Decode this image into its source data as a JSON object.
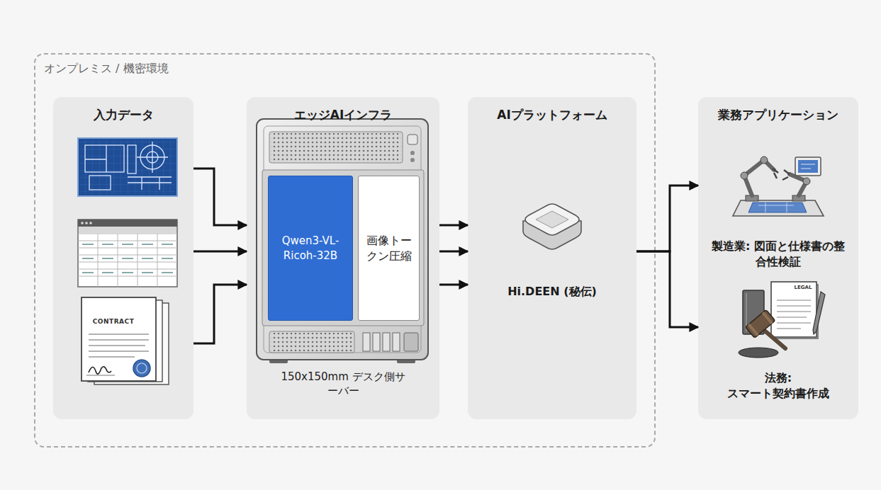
{
  "diagram": {
    "nodes": [
      {
        "text": [
          "オンプレミス / 機密環境"
        ]
      },
      {
        "text": [
          "入力データ"
        ],
        "in": 0
      },
      {
        "text": [
          "エッジAIインフラ"
        ],
        "in": 0
      },
      {
        "text": [
          "AIプラットフォーム"
        ],
        "in": 0
      },
      {
        "text": [
          "業務アプリケーション"
        ]
      },
      {
        "text": [
          "Qwen3-VL-Ricoh-32B"
        ],
        "in": 2
      },
      {
        "text": [
          "画像トークン圧縮"
        ],
        "in": 2
      }
    ],
    "edges": [
      {
        "from": 1,
        "to": 2,
        "arrow": "to"
      },
      {
        "from": 1,
        "to": 2,
        "arrow": "to"
      },
      {
        "from": 1,
        "to": 2,
        "arrow": "to"
      },
      {
        "from": 2,
        "to": 3,
        "arrow": "to"
      },
      {
        "from": 2,
        "to": 3,
        "arrow": "to"
      },
      {
        "from": 2,
        "to": 3,
        "arrow": "to"
      },
      {
        "from": 3,
        "to": 4,
        "arrow": "to"
      }
    ],
    "labels": [
      "CONTRACT",
      "150x150mm デスク側サーバー",
      "Hi.DEEN (秘伝)",
      "製造業: 図面と仕様書の整合性検証",
      "LEGAL",
      "法務: スマート契約書作成"
    ]
  }
}
